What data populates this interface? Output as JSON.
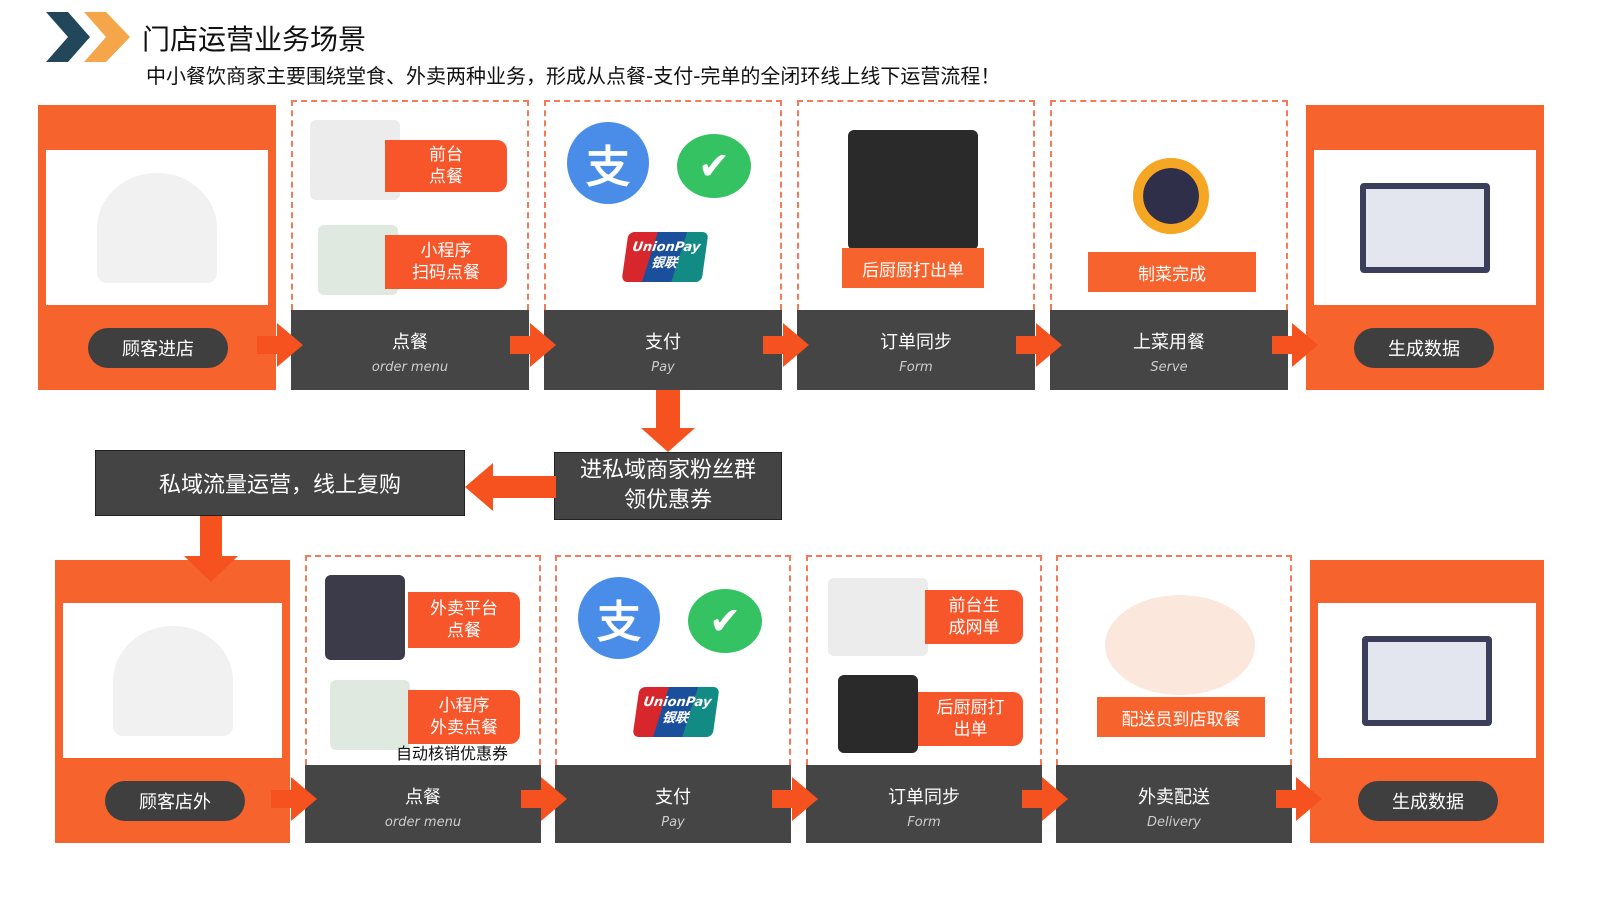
{
  "header": {
    "title": "门店运营业务场景",
    "subtitle": "中小餐饮商家主要围绕堂食、外卖两种业务，形成从点餐-支付-完单的全闭环线上线下运营流程！"
  },
  "top_row": {
    "start": "顾客进店",
    "end": "生成数据",
    "steps": [
      {
        "cn": "点餐",
        "en": "order menu",
        "tags": [
          "前台\n点餐",
          "小程序\n扫码点餐"
        ]
      },
      {
        "cn": "支付",
        "en": "Pay",
        "icons": [
          "alipay-icon",
          "wechat-pay-icon",
          "unionpay-icon"
        ],
        "unionpay": "UnionPay",
        "unionpay_cn": "银联",
        "alipay_glyph": "支"
      },
      {
        "cn": "订单同步",
        "en": "Form",
        "tags": [
          "后厨厨打出单"
        ]
      },
      {
        "cn": "上菜用餐",
        "en": "Serve",
        "tags": [
          "制菜完成"
        ]
      }
    ]
  },
  "middle": {
    "fans_box": "进私域商家粉丝群\n领优惠券",
    "private_box": "私域流量运营，线上复购"
  },
  "bottom_row": {
    "start": "顾客店外",
    "end": "生成数据",
    "steps": [
      {
        "cn": "点餐",
        "en": "order menu",
        "tags": [
          "外卖平台\n点餐",
          "小程序\n外卖点餐"
        ],
        "note": "自动核销优惠券"
      },
      {
        "cn": "支付",
        "en": "Pay"
      },
      {
        "cn": "订单同步",
        "en": "Form",
        "tags": [
          "前台生\n成网单",
          "后厨厨打\n出单"
        ]
      },
      {
        "cn": "外卖配送",
        "en": "Delivery",
        "tags": [
          "配送员到店取餐"
        ]
      }
    ]
  },
  "colors": {
    "orange": "#f7632c",
    "dark": "#454545",
    "arrow": "#f5521f"
  }
}
